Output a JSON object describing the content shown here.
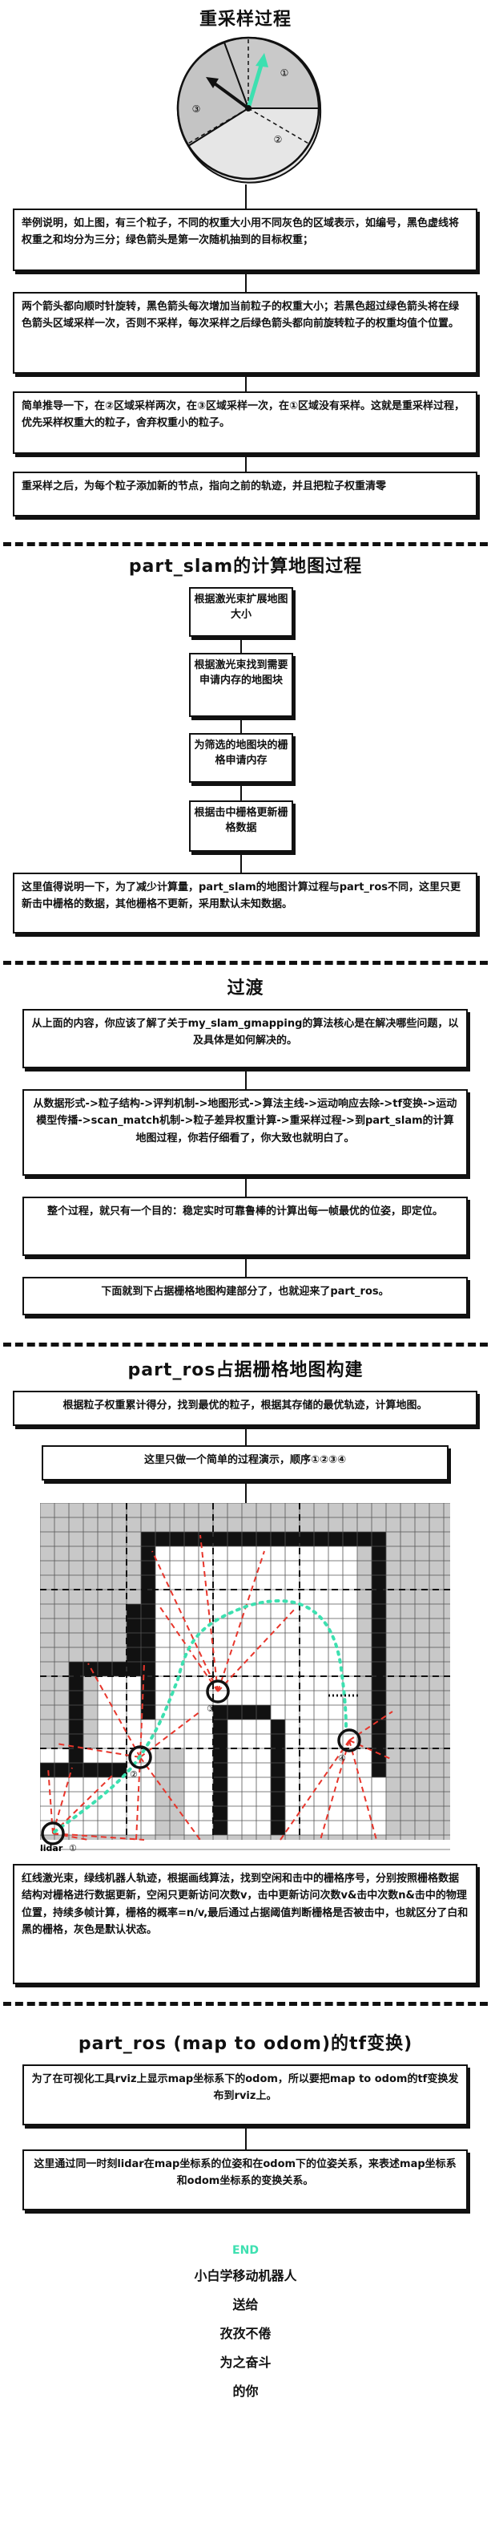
{
  "sections": {
    "resample": {
      "title": "重采样过程",
      "circle_labels": [
        "①",
        "②",
        "③"
      ],
      "box1": "举例说明，如上图，有三个粒子，不同的权重大小用不同灰色的区域表示，如编号，黑色虚线将权重之和均分为三分；绿色箭头是第一次随机抽到的目标权重；",
      "box2": "两个箭头都向顺时针旋转，黑色箭头每次增加当前粒子的权重大小；若黑色超过绿色箭头将在绿色箭头区域采样一次，否则不采样，每次采样之后绿色箭头都向前旋转粒子的权重均值个位置。",
      "box3": "简单推导一下，在②区域采样两次，在③区域采样一次，在①区域没有采样。这就是重采样过程，优先采样权重大的粒子，舍弃权重小的粒子。",
      "box4": "重采样之后，为每个粒子添加新的节点，指向之前的轨迹，并且把粒子权重清零"
    },
    "slam": {
      "title": "part_slam的计算地图过程",
      "steps": [
        "根据激光束扩展地图大小",
        "根据激光束找到需要申请内存的地图块",
        "为筛选的地图块的栅格申请内存",
        "根据击中栅格更新栅格数据"
      ],
      "note": "这里值得说明一下，为了减少计算量，part_slam的地图计算过程与part_ros不同，这里只更新击中栅格的数据，其他栅格不更新，采用默认未知数据。"
    },
    "transition": {
      "title": "过渡",
      "box1": "从上面的内容，你应该了解了关于my_slam_gmapping的算法核心是在解决哪些问题，以及具体是如何解决的。",
      "box2": "从数据形式->粒子结构->评判机制->地图形式->算法主线->运动响应去除->tf变换->运动模型传播->scan_match机制->粒子差异权重计算->重采样过程->到part_slam的计算地图过程，你若仔细看了，你大致也就明白了。",
      "box3": "整个过程，就只有一个目的：稳定实时可靠鲁棒的计算出每一帧最优的位姿，即定位。",
      "box4": "下面就到下占据栅格地图构建部分了，也就迎来了part_ros。"
    },
    "ros_grid": {
      "title": "part_ros占据栅格地图构建",
      "box1": "根据粒子权重累计得分，找到最优的粒子，根据其存储的最优轨迹，计算地图。",
      "box2": "这里只做一个简单的过程演示，顺序①②③④",
      "grid_labels": [
        "lidar",
        "①",
        "②",
        "③",
        "④"
      ],
      "box3": "红线激光束，绿线机器人轨迹，根据画线算法，找到空闲和击中的栅格序号，分别按照栅格数据结构对栅格进行数据更新，空闲只更新访问次数v，击中更新访问次数v&击中次数n&击中的物理位置，持续多帧计算，栅格的概率=n/v,最后通过占据阈值判断栅格是否被击中，也就区分了白和黑的栅格，灰色是默认状态。"
    },
    "ros_tf": {
      "title": "part_ros  (map to odom)的tf变换)",
      "box1": "为了在可视化工具rviz上显示map坐标系下的odom，所以要把map to odom的tf变换发布到rviz上。",
      "box2": "这里通过同一时刻lidar在map坐标系的位姿和在odom下的位姿关系，来表述map坐标系和odom坐标系的变换关系。"
    },
    "ending": {
      "end_label": "END",
      "lines": [
        "小白学移动机器人",
        "送给",
        "孜孜不倦",
        "为之奋斗",
        "的你"
      ]
    }
  },
  "colors": {
    "arrow_green": "#3de0b0",
    "laser_red": "#e8352b",
    "grid_gray": "#c8c8c8",
    "wall_black": "#111111"
  }
}
